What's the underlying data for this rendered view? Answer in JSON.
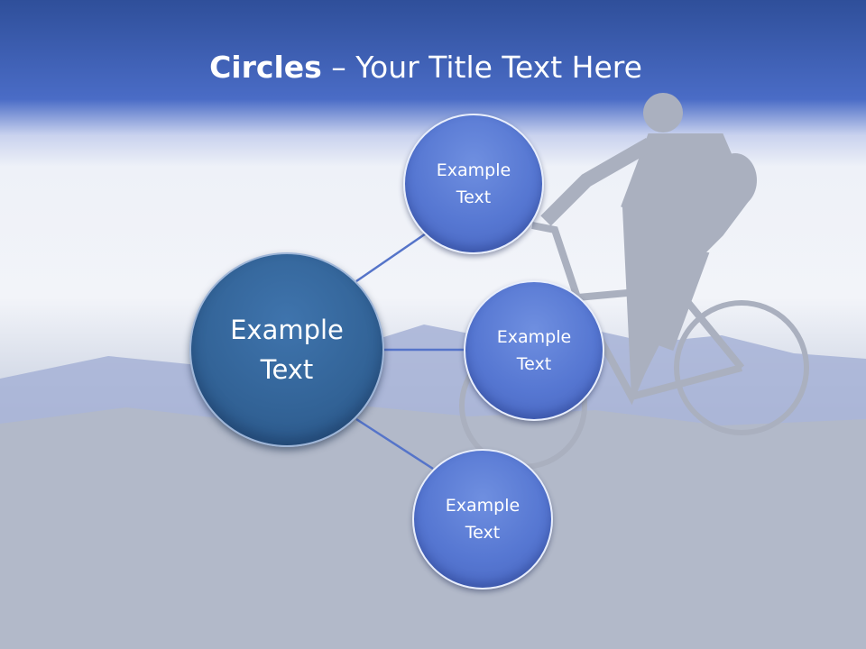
{
  "title": {
    "bold_part": "Circles",
    "rest": " – Your Title Text Here"
  },
  "diagram": {
    "center": {
      "line1": "Example",
      "line2": "Text"
    },
    "nodes": [
      {
        "line1": "Example",
        "line2": "Text"
      },
      {
        "line1": "Example",
        "line2": "Text"
      },
      {
        "line1": "Example",
        "line2": "Text"
      }
    ]
  },
  "colors": {
    "header_blue": "#4a6cc6",
    "center_circle": "#336498",
    "node_circle": "#5677d2",
    "connector": "#5574c9"
  }
}
